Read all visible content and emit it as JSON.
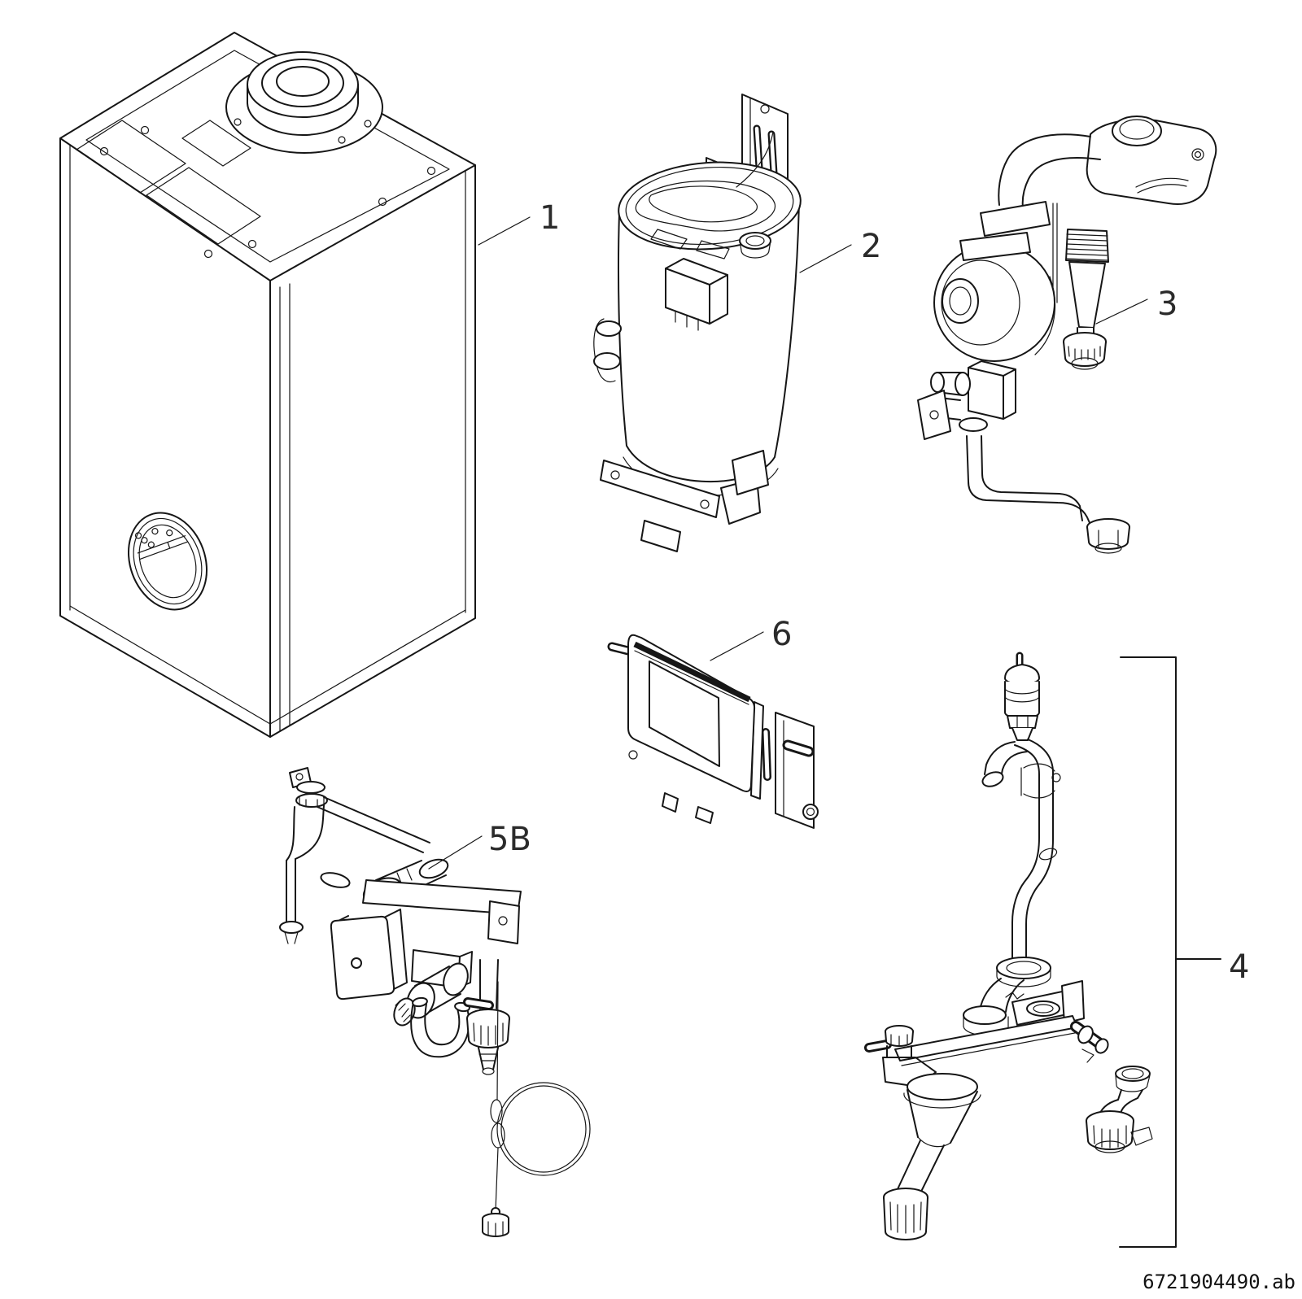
{
  "diagram": {
    "doc_code": "6721904490.ab",
    "callouts": [
      {
        "label": "1"
      },
      {
        "label": "2"
      },
      {
        "label": "3"
      },
      {
        "label": "4"
      },
      {
        "label": "5B"
      },
      {
        "label": "6"
      }
    ]
  }
}
